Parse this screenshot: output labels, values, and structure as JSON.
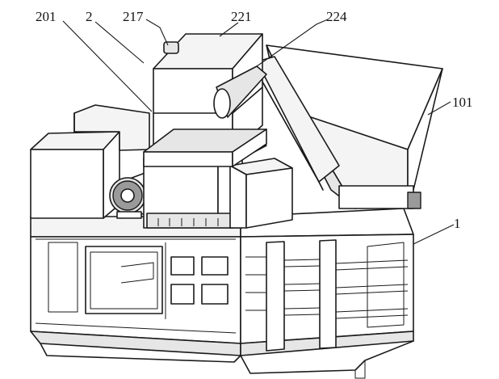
{
  "labels": {
    "l201": "201",
    "l2": "2",
    "l217": "217",
    "l221": "221",
    "l224": "224",
    "l101": "101",
    "l1": "1"
  }
}
